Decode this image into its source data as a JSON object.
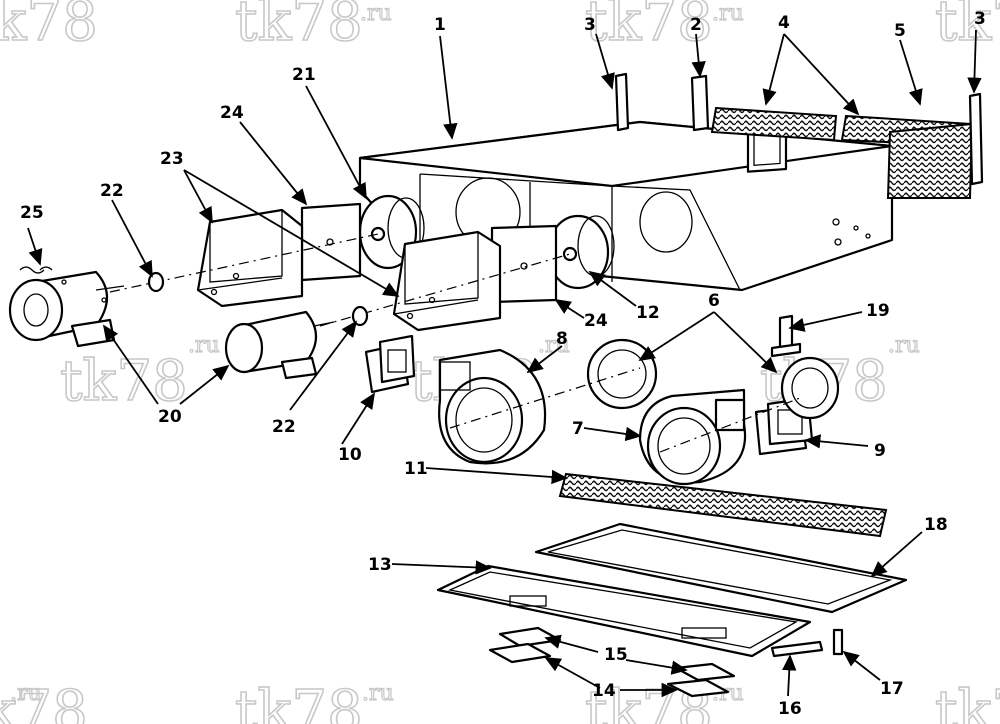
{
  "watermark": {
    "brand": "tk78",
    "suffix": ".ru"
  },
  "callouts": {
    "c1": "1",
    "c2": "2",
    "c3a": "3",
    "c3b": "3",
    "c4": "4",
    "c5": "5",
    "c6": "6",
    "c7": "7",
    "c8": "8",
    "c9": "9",
    "c10": "10",
    "c11": "11",
    "c12": "12",
    "c13": "13",
    "c14": "14",
    "c15": "15",
    "c16": "16",
    "c17": "17",
    "c18": "18",
    "c19": "19",
    "c20": "20",
    "c21": "21",
    "c22a": "22",
    "c22b": "22",
    "c23": "23",
    "c24a": "24",
    "c24b": "24",
    "c25": "25"
  }
}
